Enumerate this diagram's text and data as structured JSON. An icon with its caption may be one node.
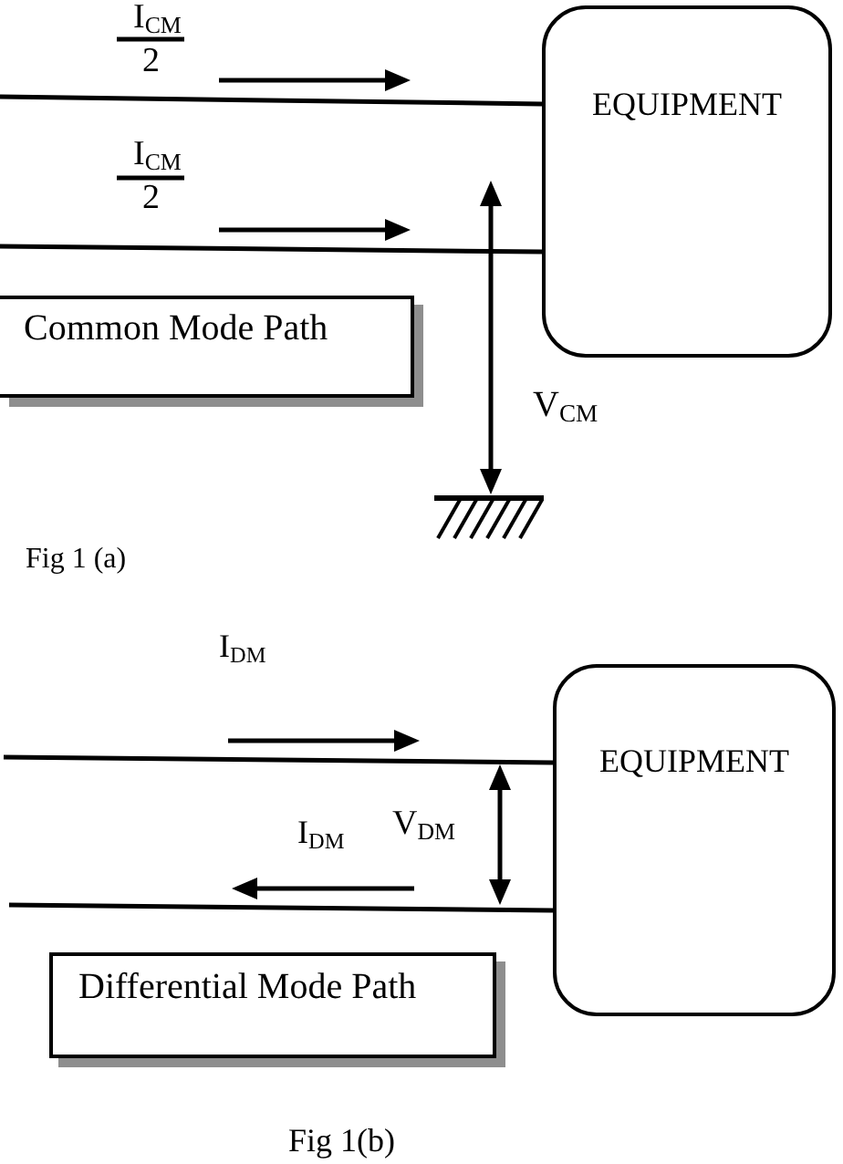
{
  "diagram": {
    "nodes": [
      {
        "text": [
          "EQUIPMENT"
        ]
      },
      {
        "text": [
          "Common Mode Path"
        ]
      },
      {
        "text": [
          "EQUIPMENT"
        ]
      },
      {
        "text": [
          "Differential Mode Path"
        ]
      }
    ],
    "edges": [
      {
        "from": null,
        "to": 0,
        "arrow": "none"
      },
      {
        "from": null,
        "to": 0,
        "arrow": "none"
      },
      {
        "from": null,
        "to": 2,
        "arrow": "none"
      },
      {
        "from": null,
        "to": 2,
        "arrow": "none"
      }
    ],
    "labels": [
      "I$_{CM}$",
      "2",
      "I$_{CM}$",
      "2",
      "V$_{CM}$",
      "Fig 1 (a)",
      "I$_{DM}$",
      "I$_{DM}$",
      "V$_{DM}$",
      "Fig 1(b)"
    ]
  }
}
